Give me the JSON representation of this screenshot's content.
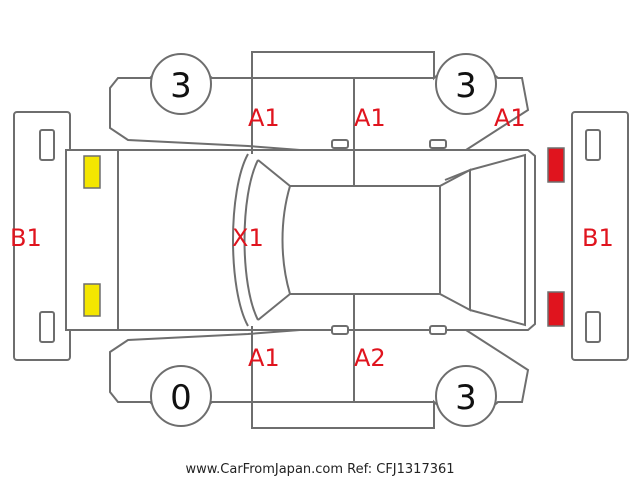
{
  "labels": {
    "front_bumper": "B1",
    "rear_bumper": "B1",
    "bonnet": "X1",
    "upper_front_door": "A1",
    "upper_rear_door": "A1",
    "upper_rear_quarter": "A1",
    "lower_front_door": "A1",
    "lower_rear_door": "A2"
  },
  "tires": {
    "top_front": "3",
    "top_rear": "3",
    "bottom_front": "0",
    "bottom_rear": "3"
  },
  "lights": {
    "headlight_color": "#f4e600",
    "taillight_color": "#e0141e"
  },
  "footer": {
    "watermark": "www.CarFromJapan.com Ref: CFJ1317361"
  }
}
